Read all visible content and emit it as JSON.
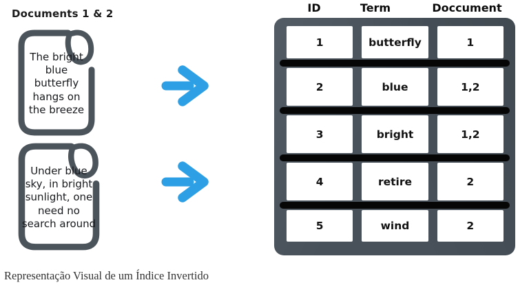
{
  "diagram": {
    "title": "Documents 1 & 2",
    "documents": [
      {
        "name": "document-1",
        "text": "The bright\nblue\nbutterfly\nhangs on\nthe breeze"
      },
      {
        "name": "document-2",
        "text": "Under blue\nsky, in bright\nsunlight, one\nneed no\nsearch around"
      }
    ],
    "icons": {
      "document": "document-icon",
      "arrow": "arrow-right-icon"
    },
    "table": {
      "headers": [
        "ID",
        "Term",
        "Doccument"
      ],
      "rows": [
        {
          "id": "1",
          "term": "butterfly",
          "doc": "1"
        },
        {
          "id": "2",
          "term": "blue",
          "doc": "1,2"
        },
        {
          "id": "3",
          "term": "bright",
          "doc": "1,2"
        },
        {
          "id": "4",
          "term": "retire",
          "doc": "2"
        },
        {
          "id": "5",
          "term": "wind",
          "doc": "2"
        }
      ]
    },
    "caption": "Representação Visual de um Índice Invertido",
    "colors": {
      "arrow_blue": "#2C9FE5",
      "icon_gray": "#4C545B",
      "table_background": "#48515A",
      "divider_black": "#060606",
      "cell_white": "#FFFFFF"
    }
  }
}
